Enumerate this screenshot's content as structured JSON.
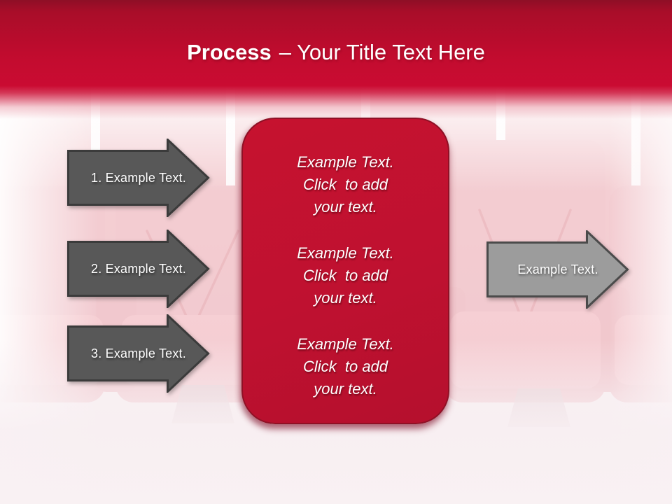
{
  "slide": {
    "title": {
      "bold": "Process",
      "rest": "– Your Title Text Here"
    }
  },
  "left_arrows": [
    {
      "label": "1. Example Text."
    },
    {
      "label": "2. Example Text."
    },
    {
      "label": "3. Example Text."
    }
  ],
  "right_arrow": {
    "label": "Example Text."
  },
  "center_box": {
    "paragraphs": [
      "Example Text.\nClick  to add\nyour text.",
      "Example Text.\nClick  to add\nyour text.",
      "Example Text.\nClick  to add\nyour text."
    ]
  },
  "colors": {
    "header_top": "#8e0f26",
    "header_main": "#c60c30",
    "box_fill": "#c11230",
    "box_border": "#8f1025",
    "left_arrow_fill": "#585858",
    "left_arrow_border": "#3b3b3b",
    "right_arrow_fill": "#9c9c9c",
    "right_arrow_border": "#4b4b4b",
    "seat_pink": "#eca6ae",
    "background_pink": "#f7edf0",
    "text_white": "#ffffff"
  }
}
